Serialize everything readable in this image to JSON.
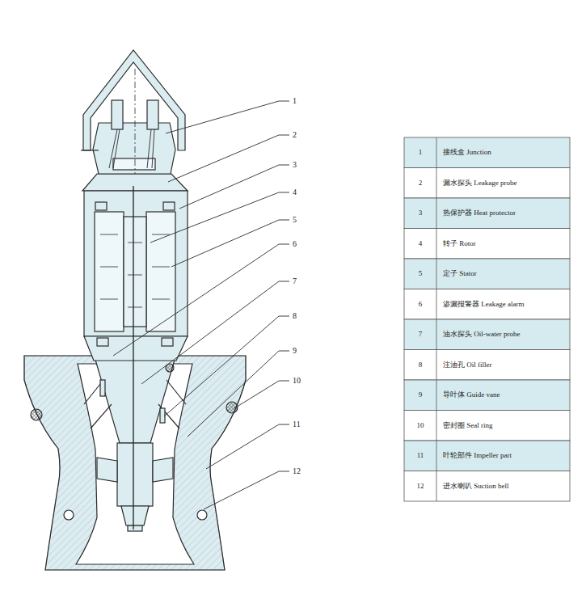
{
  "diagram": {
    "labels": [
      "1",
      "2",
      "3",
      "4",
      "5",
      "6",
      "7",
      "8",
      "9",
      "10",
      "11",
      "12",
      "1",
      "接线盒 Junction",
      "2",
      "漏水探头 Leakage probe",
      "3",
      "热保护器 Heat protector",
      "4",
      "转子 Rotor",
      "5",
      "定子 Stator",
      "6",
      "渗漏报警器 Leakage alarm",
      "7",
      "油水探头 Oil-water probe",
      "8",
      "注油孔 Oil filler",
      "9",
      "导叶体 Guide vane",
      "10",
      "密封圈 Seal ring",
      "11",
      "叶轮部件 Impeller part",
      "12",
      "进水喇叭 Suction bell"
    ]
  }
}
